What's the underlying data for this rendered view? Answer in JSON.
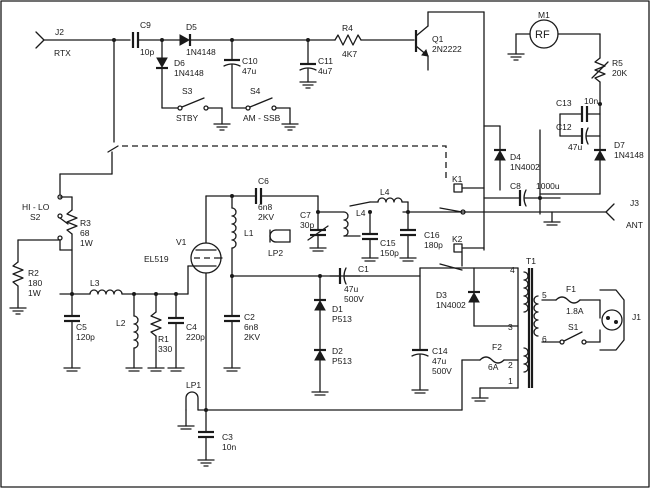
{
  "labels": {
    "J2": "J2",
    "RTX": "RTX",
    "C9": "C9",
    "C9v": "10p",
    "D5": "D5",
    "D5v": "1N4148",
    "D6": "D6",
    "D6v": "1N4148",
    "C10": "C10",
    "C10v": "47u",
    "R4": "R4",
    "R4v": "4K7",
    "C11": "C11",
    "C11v": "4u7",
    "Q1": "Q1",
    "Q1v": "2N2222",
    "S3": "S3",
    "STBY": "STBY",
    "S4": "S4",
    "AMSSB": "AM - SSB",
    "M1": "M1",
    "RF": "RF",
    "R5": "R5",
    "R5v": "20K",
    "C13": "C13",
    "C13v": "10n",
    "C12": "C12",
    "C12v": "47u",
    "D7": "D7",
    "D7v": "1N4148",
    "D4": "D4",
    "D4v": "1N4002",
    "K1": "K1",
    "C8": "C8",
    "C8v": "1000u",
    "J3": "J3",
    "ANT": "ANT",
    "HILO": "HI - LO",
    "S2": "S2",
    "R3": "R3",
    "R3v": "68",
    "R3w": "1W",
    "C6": "C6",
    "C6v": "6n8",
    "C6w": "2KV",
    "L4": "L4",
    "C7": "C7",
    "C7v": "30p",
    "L1": "L1",
    "V1": "V1",
    "EL519": "EL519",
    "LP2": "LP2",
    "C15": "C15",
    "C15v": "150p",
    "C16": "C16",
    "C16v": "180p",
    "K2": "K2",
    "T1": "T1",
    "T1p4": "4",
    "T1p5": "5",
    "T1p6": "6",
    "T1p3": "3",
    "T1p2": "2",
    "T1p1": "1",
    "R2": "R2",
    "R2v": "180",
    "R2w": "1W",
    "L3": "L3",
    "C1": "C1",
    "C1v": "47u",
    "C1w": "500V",
    "F1": "F1",
    "F1v": "1.8A",
    "J1": "J1",
    "D3": "D3",
    "D3v": "1N4002",
    "C5": "C5",
    "C5v": "120p",
    "L2": "L2",
    "R1": "R1",
    "R1v": "330",
    "C4": "C4",
    "C4v": "220p",
    "C2": "C2",
    "C2v": "6n8",
    "C2w": "2KV",
    "D1": "D1",
    "D1v": "P513",
    "S1": "S1",
    "D2": "D2",
    "D2v": "P513",
    "C14": "C14",
    "C14v": "47u",
    "C14w": "500V",
    "F2": "F2",
    "F2v": "6A",
    "LP1": "LP1",
    "C3": "C3",
    "C3v": "10n"
  }
}
